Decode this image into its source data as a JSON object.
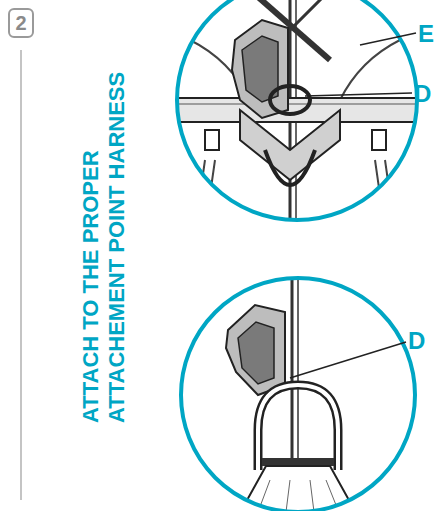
{
  "diagram": {
    "title": "ATTACH TO THE PROPER ATTACHEMENT POINT HARNESS",
    "nodes": [
      {
        "text": [
          "2"
        ]
      }
    ],
    "labels": [
      "E",
      "D",
      "D"
    ]
  }
}
